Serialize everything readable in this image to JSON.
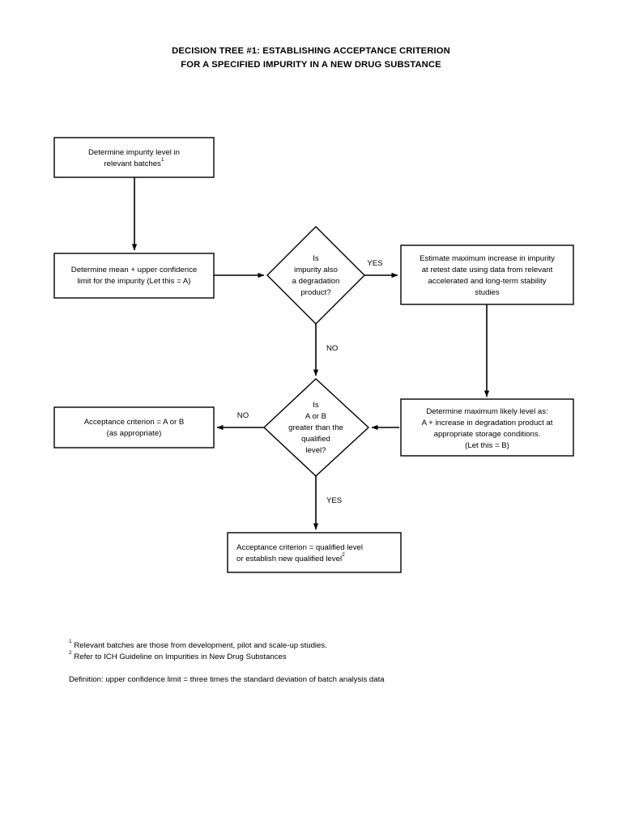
{
  "document": {
    "title_lines": [
      "DECISION TREE #1: ESTABLISHING ACCEPTANCE CRITERION",
      "FOR A SPECIFIED IMPURITY IN A NEW DRUG SUBSTANCE"
    ]
  },
  "chart_data": {
    "type": "diagram",
    "diagram_kind": "flowchart",
    "title": "DECISION TREE #1: ESTABLISHING ACCEPTANCE CRITERION FOR A SPECIFIED IMPURITY IN A NEW DRUG SUBSTANCE",
    "nodes": [
      {
        "id": "n1",
        "shape": "process",
        "align": "center",
        "lines": [
          "Determine impurity level in",
          "relevant batches¹"
        ]
      },
      {
        "id": "n2",
        "shape": "process",
        "align": "center",
        "lines": [
          "Determine mean + upper confidence",
          "limit for the impurity (Let this = A)"
        ]
      },
      {
        "id": "d1",
        "shape": "decision",
        "align": "center",
        "lines": [
          "Is",
          "impurity also",
          "a degradation",
          "product?"
        ]
      },
      {
        "id": "n3",
        "shape": "process",
        "align": "center",
        "lines": [
          "Estimate maximum increase in impurity",
          "at retest date using data from relevant",
          "accelerated and long-term stability",
          "studies"
        ]
      },
      {
        "id": "n4",
        "shape": "process",
        "align": "center",
        "lines": [
          "Determine maximum likely level as:",
          "A + increase in degradation product at",
          "appropriate storage conditions.",
          "(Let this = B)"
        ]
      },
      {
        "id": "d2",
        "shape": "decision",
        "align": "center",
        "lines": [
          "Is",
          "A or B",
          "greater than the",
          "qualified",
          "level?"
        ]
      },
      {
        "id": "n5",
        "shape": "process",
        "align": "center",
        "lines": [
          "Acceptance criterion = A or B",
          "(as appropriate)"
        ]
      },
      {
        "id": "n6",
        "shape": "process",
        "align": "left",
        "lines": [
          "Acceptance criterion = qualified level",
          "or establish new qualified level²"
        ]
      }
    ],
    "edges": [
      {
        "from": "n1",
        "to": "n2",
        "label": ""
      },
      {
        "from": "n2",
        "to": "d1",
        "label": ""
      },
      {
        "from": "d1",
        "to": "n3",
        "label": "YES"
      },
      {
        "from": "d1",
        "to": "d2",
        "label": "NO"
      },
      {
        "from": "n3",
        "to": "n4",
        "label": ""
      },
      {
        "from": "n4",
        "to": "d2",
        "label": ""
      },
      {
        "from": "d2",
        "to": "n5",
        "label": "NO"
      },
      {
        "from": "d2",
        "to": "n6",
        "label": "YES"
      }
    ]
  },
  "nodes": {
    "n1": {
      "line1": "Determine impurity level in",
      "line2_text": "relevant batches",
      "line2_sup": "1"
    },
    "n2": {
      "line1": "Determine mean + upper confidence",
      "line2": "limit for the impurity (Let this = A)"
    },
    "d1": {
      "line1": "Is",
      "line2": "impurity also",
      "line3": "a degradation",
      "line4": "product?"
    },
    "n3": {
      "line1": "Estimate maximum increase in impurity",
      "line2": "at retest date using data from relevant",
      "line3": "accelerated and long-term stability",
      "line4": "studies"
    },
    "n4": {
      "line1": "Determine maximum likely level as:",
      "line2": "A + increase in degradation product at",
      "line3": "appropriate storage conditions.",
      "line4": "(Let this = B)"
    },
    "d2": {
      "line1": "Is",
      "line2": "A or B",
      "line3": "greater than the",
      "line4": "qualified",
      "line5": "level?"
    },
    "n5": {
      "line1": "Acceptance criterion = A or B",
      "line2": "(as appropriate)"
    },
    "n6": {
      "line1": "Acceptance criterion = qualified level",
      "line2_text": "or establish new qualified level",
      "line2_sup": "2"
    }
  },
  "edge_labels": {
    "yes_degradation": "YES",
    "no_degradation": "NO",
    "no_qualified": "NO",
    "yes_qualified": "YES"
  },
  "footnotes": {
    "one_marker": "1",
    "one_text": "Relevant batches are those from development, pilot and scale-up studies.",
    "two_marker": "2",
    "two_text": "Refer to ICH Guideline on Impurities in New Drug Substances",
    "definition": "Definition: upper confidence limit = three times the standard deviation of batch analysis data"
  },
  "colors": {
    "background": "#ffffff",
    "stroke": "#000000",
    "text": "#000000"
  }
}
